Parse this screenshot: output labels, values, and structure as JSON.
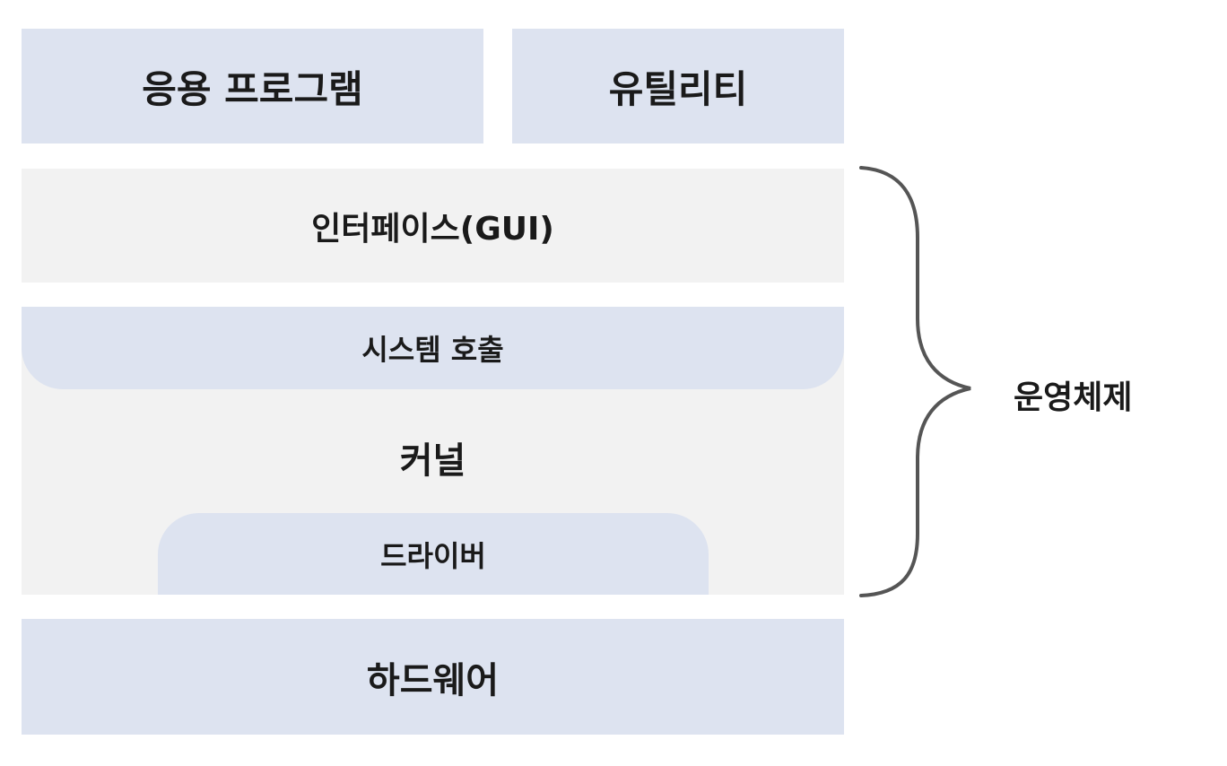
{
  "layers": {
    "application": "응용 프로그램",
    "utility": "유틸리티",
    "interface": "인터페이스(GUI)",
    "system_call": "시스템 호출",
    "kernel": "커널",
    "driver": "드라이버",
    "hardware": "하드웨어"
  },
  "brace_label": "운영체제",
  "colors": {
    "blue_box": "#dde3f0",
    "gray_box": "#f2f2f2",
    "brace": "#555555",
    "text": "#1a1a1a"
  }
}
